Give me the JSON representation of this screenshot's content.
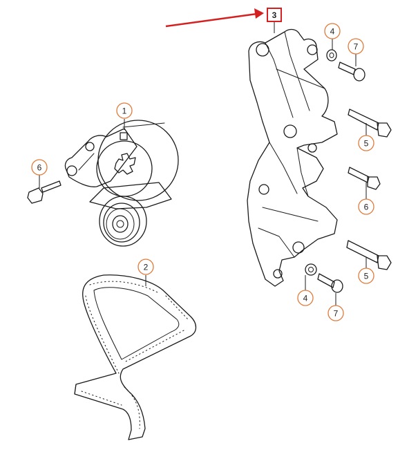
{
  "colors": {
    "callout_ring": "#e07a3a",
    "highlight_box": "#d42020",
    "arrow": "#d42020",
    "line_art": "#1a1a1a",
    "background": "#ffffff"
  },
  "highlighted_part": {
    "number": "3"
  },
  "callouts": {
    "tensioner": "1",
    "belt": "2",
    "washer_top": "4",
    "bolt_top": "7",
    "bolt_upper_right": "5",
    "bolt_left": "6",
    "bolt_mid_right": "6",
    "bolt_lower_right": "5",
    "washer_bottom": "4",
    "bolt_bottom": "7"
  }
}
